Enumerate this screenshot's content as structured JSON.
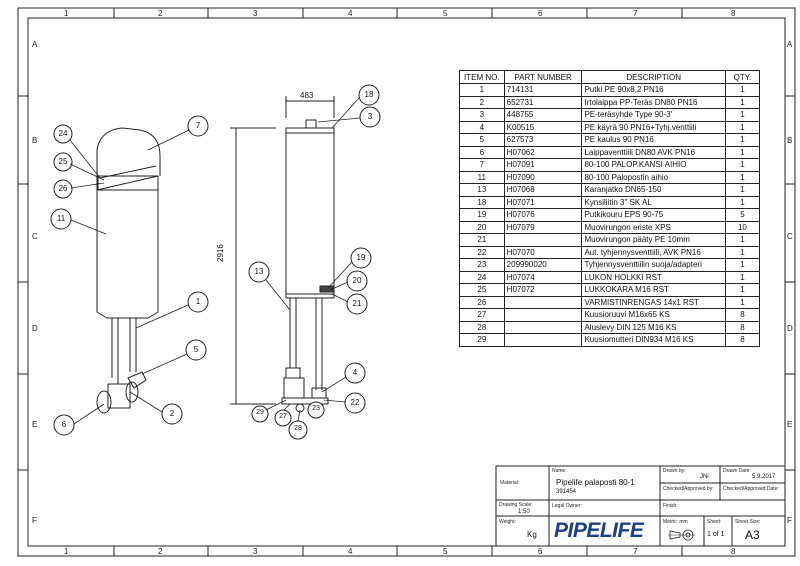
{
  "border": {
    "columns": [
      "1",
      "2",
      "3",
      "4",
      "5",
      "6",
      "7",
      "8"
    ],
    "rows": [
      "A",
      "B",
      "C",
      "D",
      "E",
      "F"
    ]
  },
  "bom": {
    "headers": {
      "item": "ITEM NO.",
      "part": "PART NUMBER",
      "desc": "DESCRIPTION",
      "qty": "QTY."
    },
    "rows": [
      {
        "item": "1",
        "part": "714131",
        "desc": "Putki PE 90x8,2 PN16",
        "qty": "1"
      },
      {
        "item": "2",
        "part": "652731",
        "desc": "Irtolaippa PP-Teräs DN80 PN16",
        "qty": "1"
      },
      {
        "item": "3",
        "part": "448755",
        "desc": "PE-teräsyhde Type 90-3'",
        "qty": "1"
      },
      {
        "item": "4",
        "part": "K00515",
        "desc": "PE käyrä 90 PN16+Tyhj.venttiili",
        "qty": "1"
      },
      {
        "item": "5",
        "part": "627573",
        "desc": "PE kaulus 90 PN16",
        "qty": "1"
      },
      {
        "item": "6",
        "part": "H07062",
        "desc": "Laippaventtiili DN80 AVK PN16",
        "qty": "1"
      },
      {
        "item": "7",
        "part": "H07091",
        "desc": "80-100 PALOP.KANSI AIHIO",
        "qty": "1"
      },
      {
        "item": "11",
        "part": "H07090",
        "desc": "80-100 Palopostin aihio",
        "qty": "1"
      },
      {
        "item": "13",
        "part": "H07068",
        "desc": "Karanjatko DN65-150",
        "qty": "1"
      },
      {
        "item": "18",
        "part": "H07071",
        "desc": "Kynsiliitin 3\" SK AL",
        "qty": "1"
      },
      {
        "item": "19",
        "part": "H07076",
        "desc": "Putkikouru EPS 90-75",
        "qty": "5"
      },
      {
        "item": "20",
        "part": "H07079",
        "desc": "Muovirungon eriste XPS",
        "qty": "10"
      },
      {
        "item": "21",
        "part": "",
        "desc": "Muovirungon pääty PE 10mm",
        "qty": "1"
      },
      {
        "item": "22",
        "part": "H07070",
        "desc": "Aut. tyhjennysventtiili, AVK PN16",
        "qty": "1"
      },
      {
        "item": "23",
        "part": "209990020",
        "desc": "Tyhjennysventtiilin suoja/adapteri",
        "qty": "1"
      },
      {
        "item": "24",
        "part": "H07074",
        "desc": "LUKON HOLKKI RST",
        "qty": "1"
      },
      {
        "item": "25",
        "part": "H07072",
        "desc": "LUKKOKARA M16 RST",
        "qty": "1"
      },
      {
        "item": "26",
        "part": "",
        "desc": "VARMISTINRENGAS 14x1 RST",
        "qty": "1"
      },
      {
        "item": "27",
        "part": "",
        "desc": "Kuusioruuvi M16x65 KS",
        "qty": "8"
      },
      {
        "item": "28",
        "part": "",
        "desc": "Aluslevy DIN 125 M16 KS",
        "qty": "8"
      },
      {
        "item": "29",
        "part": "",
        "desc": "Kuusiomutteri DIN934 M16 KS",
        "qty": "8"
      }
    ]
  },
  "dimensions": {
    "width": "483",
    "height": "2916"
  },
  "balloons_left": [
    "24",
    "25",
    "26",
    "7",
    "11",
    "1",
    "5",
    "6",
    "2"
  ],
  "balloons_right": [
    "18",
    "3",
    "13",
    "19",
    "20",
    "21",
    "4",
    "22",
    "23",
    "29",
    "27",
    "28"
  ],
  "title_block": {
    "material_label": "Material:",
    "name_label": "Name:",
    "name_value": "Pipelife palaposti 80-1",
    "number_value": "391454",
    "drawn_by_label": "Drawn by:",
    "drawn_by_value": "JNi",
    "drawn_date_label": "Drawn Date:",
    "drawn_date_value": "5.9.2017",
    "checked_label": "Checked/Approved by:",
    "checked_date_label": "Checked/Approved Date:",
    "scale_label": "Drawing Scale:",
    "scale_value": "1:50",
    "legal_label": "Legal Owner:",
    "finish_label": "Finish:",
    "weight_label": "Weight:",
    "weight_value": "Kg",
    "metric_label": "Metric: mm",
    "sheet_label": "Sheet:",
    "sheet_value": "1 of 1",
    "size_label": "Sheet Size:",
    "size_value": "A3",
    "logo": "PIPELIFE"
  }
}
